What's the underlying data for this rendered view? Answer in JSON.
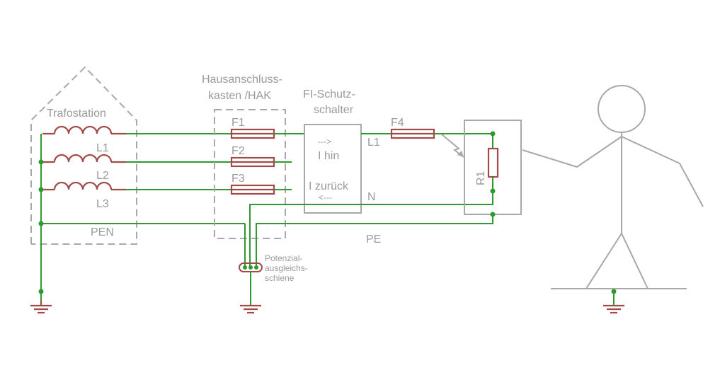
{
  "labels": {
    "trafostation": "Trafostation",
    "l1_trafo": "L1",
    "l2_trafo": "L2",
    "l3_trafo": "L3",
    "pen": "PEN",
    "hak_line1": "Hausanschluss-",
    "hak_line2": "kasten /HAK",
    "f1": "F1",
    "f2": "F2",
    "f3": "F3",
    "fi_line1": "FI-Schutz-",
    "fi_line2": "schalter",
    "arrow_right": "--->",
    "i_hin": "I hin",
    "i_zurueck": "I zurück",
    "arrow_left": "<---",
    "f4": "F4",
    "l1_out": "L1",
    "n": "N",
    "pe": "PE",
    "r1": "R1",
    "pas_line1": "Potenzial-",
    "pas_line2": "ausgleichs-",
    "pas_line3": "schiene"
  },
  "colors": {
    "wire": "#2e9a2e",
    "component": "#a04a4a",
    "outline": "#a8a8a8",
    "text": "#9a9a9a"
  }
}
